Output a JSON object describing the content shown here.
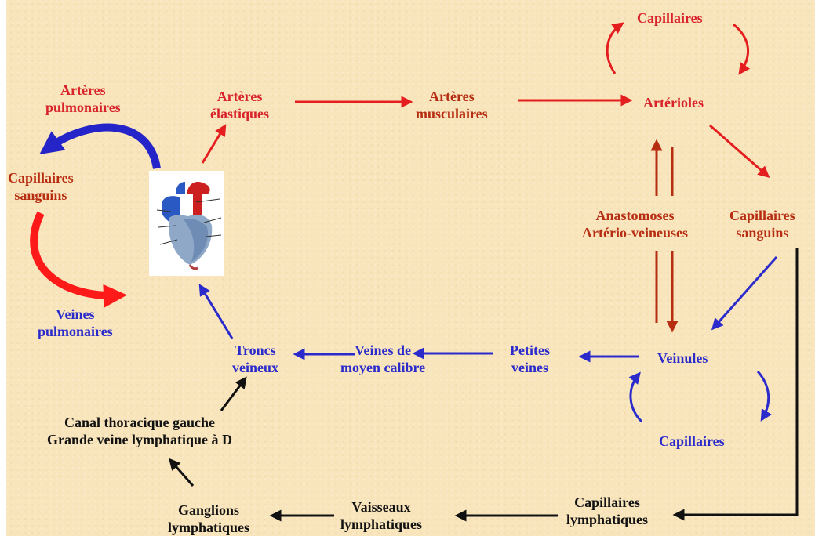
{
  "colors": {
    "background": "#f9e5bc",
    "artery_red": "#e41e1e",
    "anastomosis_red": "#b72d12",
    "vein_blue": "#2b2bcc",
    "lymph_black": "#111111"
  },
  "icons": {
    "heart": "heart-anatomy-icon"
  },
  "nodes": {
    "arteres_pulmonaires": [
      "Artères",
      "pulmonaires"
    ],
    "capillaires_sanguins_left": [
      "Capillaires",
      "sanguins"
    ],
    "veines_pulmonaires": [
      "Veines",
      "pulmonaires"
    ],
    "arteres_elastiques": [
      "Artères",
      "élastiques"
    ],
    "arteres_musculaires": [
      "Artères",
      "musculaires"
    ],
    "capillaires_top": "Capillaires",
    "arterioles": "Artérioles",
    "anastomoses": [
      "Anastomoses",
      "Artério-veineuses"
    ],
    "capillaires_sanguins_right": [
      "Capillaires",
      "sanguins"
    ],
    "veinules": "Veinules",
    "capillaires_bottom": "Capillaires",
    "petites_veines": [
      "Petites",
      "veines"
    ],
    "veines_moyen_calibre": [
      "Veines de",
      "moyen calibre"
    ],
    "troncs_veineux": [
      "Troncs",
      "veineux"
    ],
    "canal_thoracique": [
      "Canal thoracique  gauche",
      "Grande veine lymphatique à D"
    ],
    "ganglions": [
      "Ganglions",
      "lymphatiques"
    ],
    "vaisseaux": [
      "Vaisseaux",
      "lymphatiques"
    ],
    "capillaires_lymphatiques": [
      "Capillaires",
      "lymphatiques"
    ]
  }
}
